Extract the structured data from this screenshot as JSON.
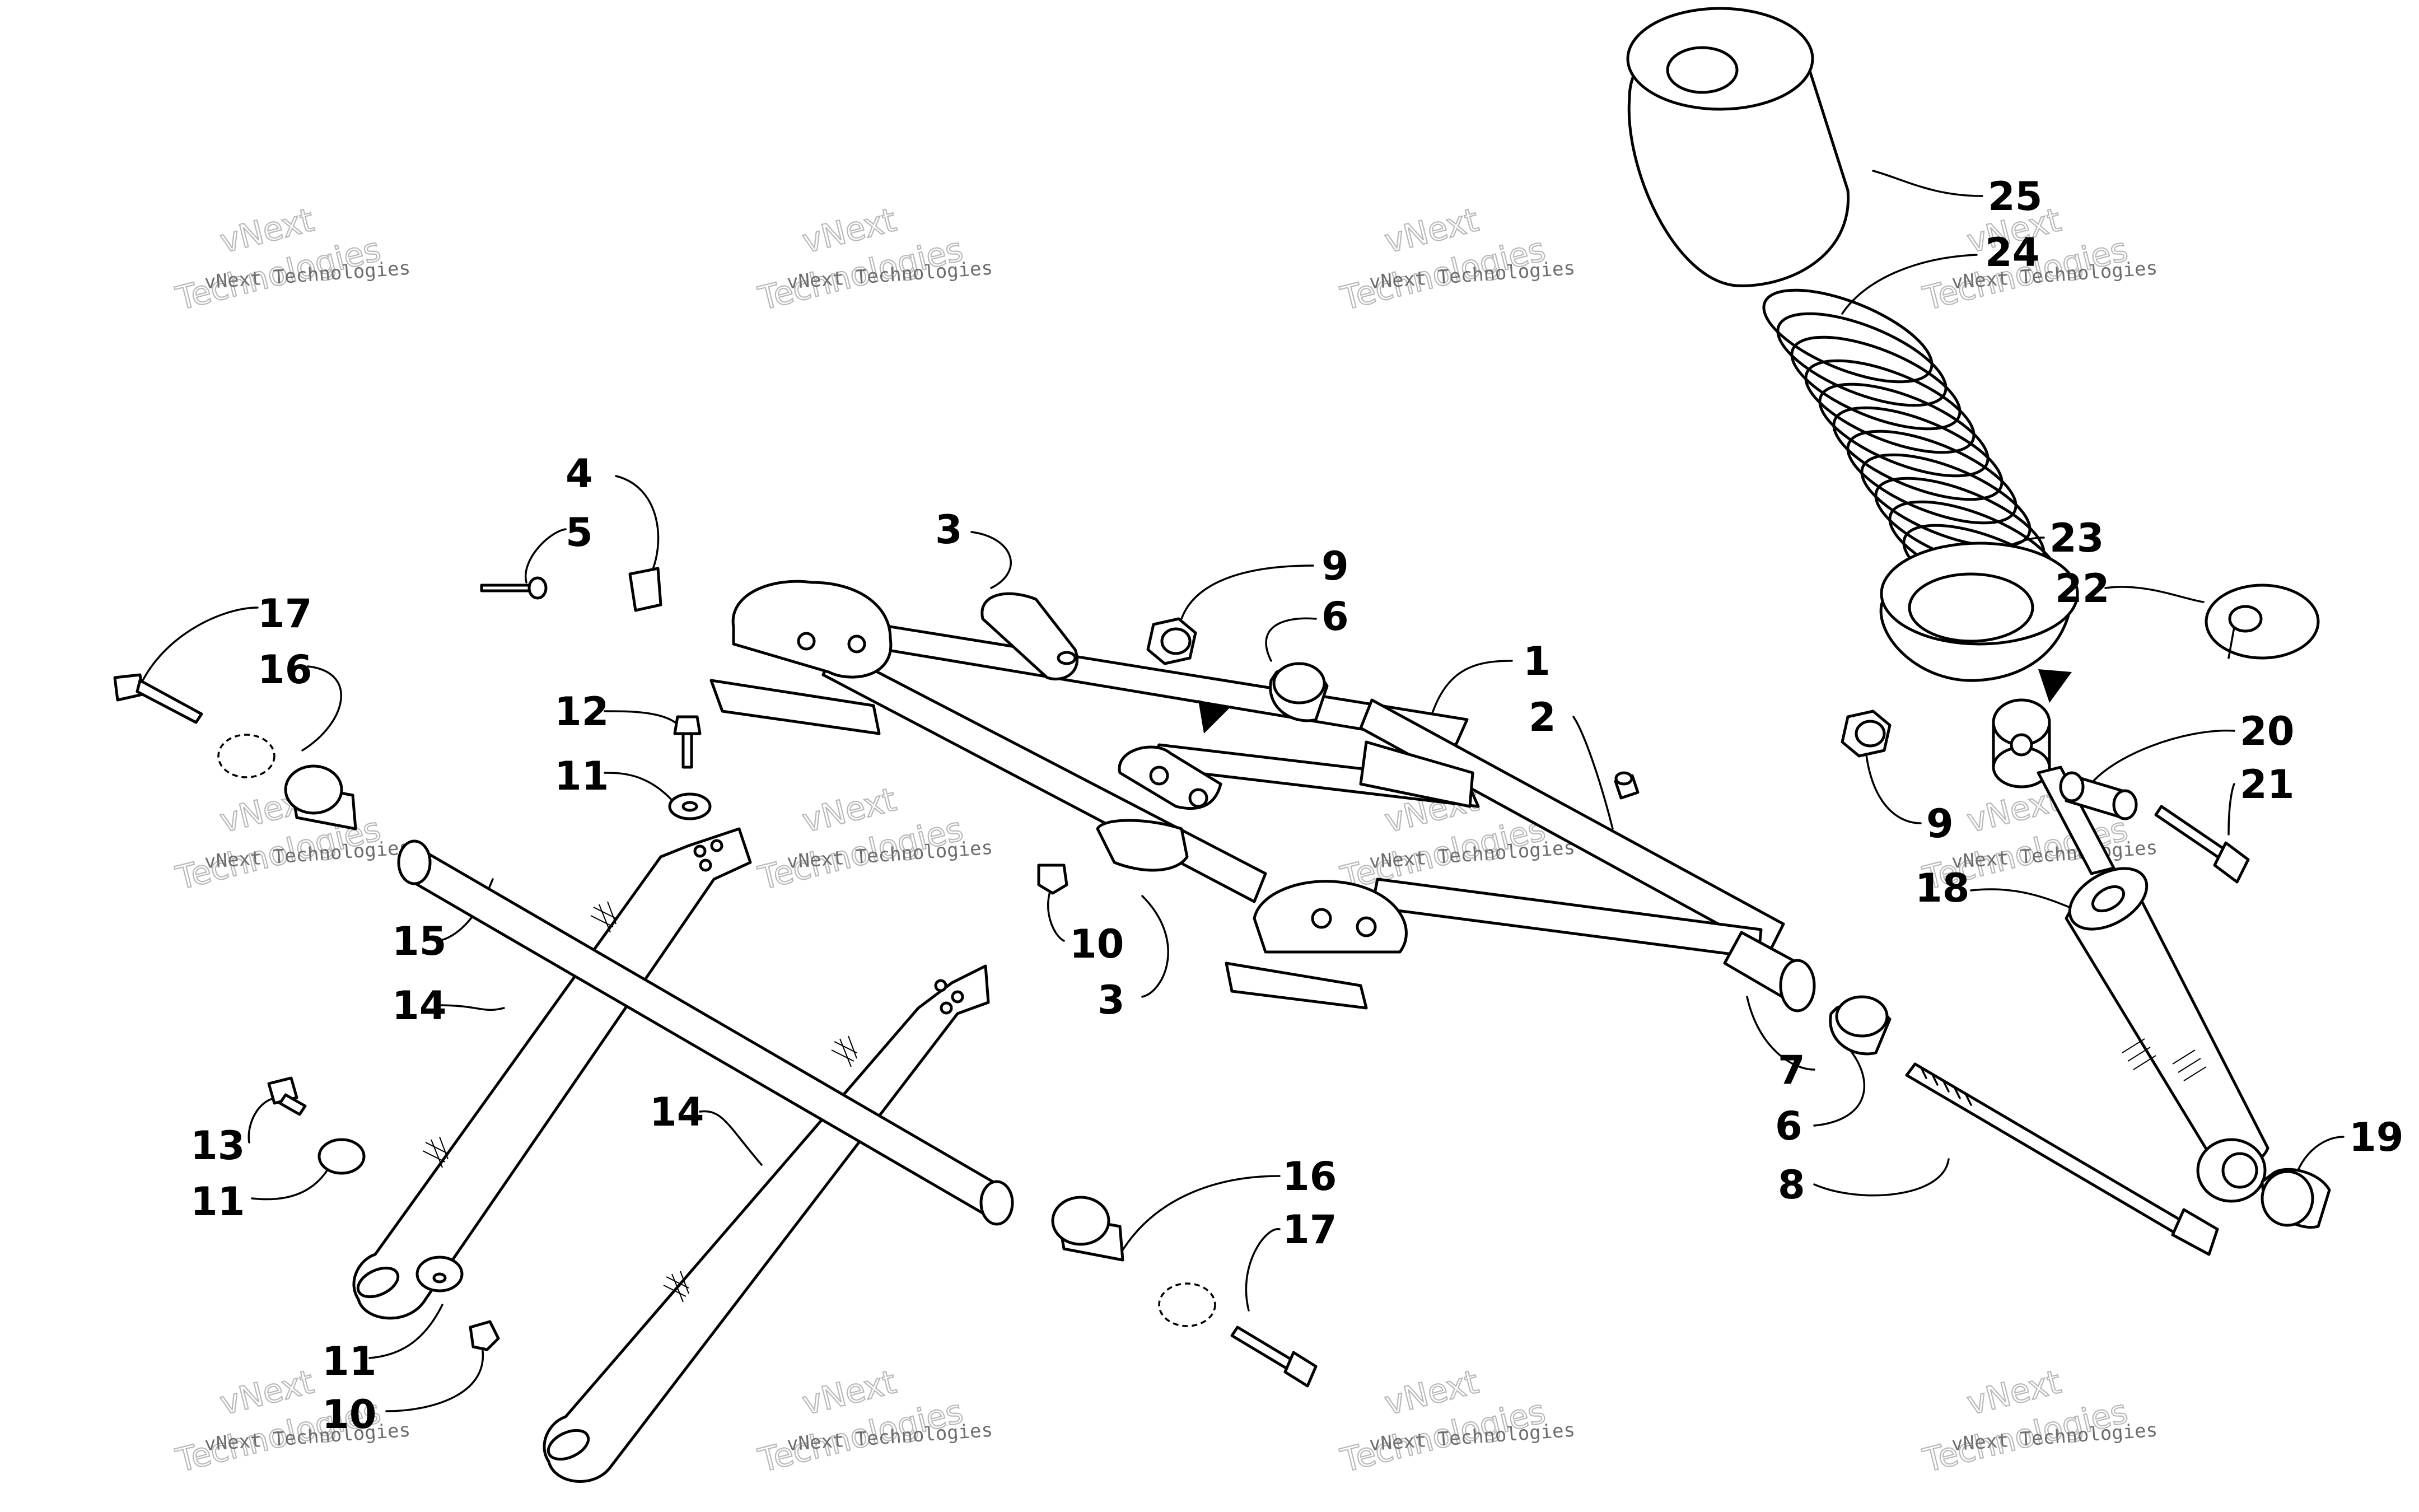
{
  "watermark": {
    "line1": "vNext Technologies",
    "line2": "vNext",
    "line3": "Technologies"
  },
  "callouts": [
    "1",
    "2",
    "3",
    "3",
    "4",
    "5",
    "6",
    "6",
    "7",
    "8",
    "9",
    "9",
    "10",
    "10",
    "11",
    "11",
    "11",
    "12",
    "13",
    "14",
    "14",
    "15",
    "16",
    "16",
    "17",
    "17",
    "18",
    "19",
    "20",
    "21",
    "22",
    "23",
    "24",
    "25"
  ]
}
